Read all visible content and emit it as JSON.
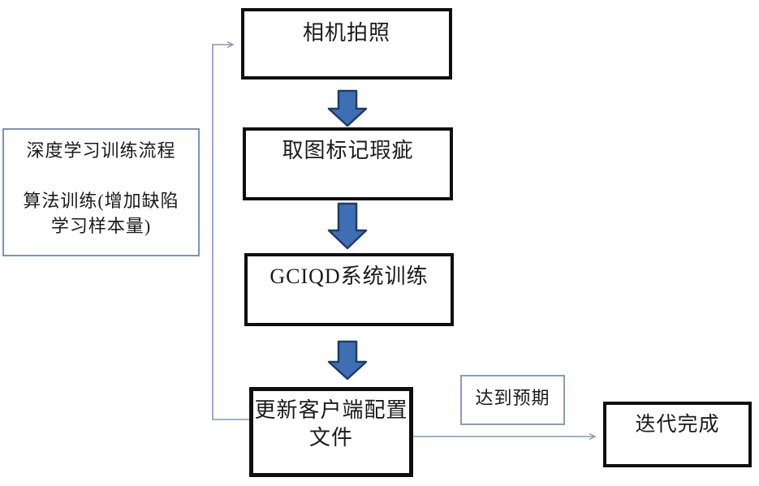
{
  "diagram": {
    "note": {
      "lines": [
        "深度学习训练流程",
        "",
        "算法训练(增加缺陷",
        "学习样本量)"
      ]
    },
    "nodes": {
      "camera": "相机拍照",
      "mark_defects": "取图标记瑕疵",
      "system_training": "GCIQD系统训练",
      "update_config_lines": [
        "更新客户端配置",
        "文件"
      ],
      "iteration_done": "迭代完成"
    },
    "labels": {
      "expectation": "达到预期"
    },
    "colors": {
      "flow_box_border": "#0f0f0f",
      "note_border": "#7e92b6",
      "label_border": "#8a9cba",
      "connector": "#7f97bf",
      "flow_arrow_fill": "#3e6fb5",
      "flow_arrow_border": "#1e3c66",
      "text": "#1a1a1a"
    }
  }
}
